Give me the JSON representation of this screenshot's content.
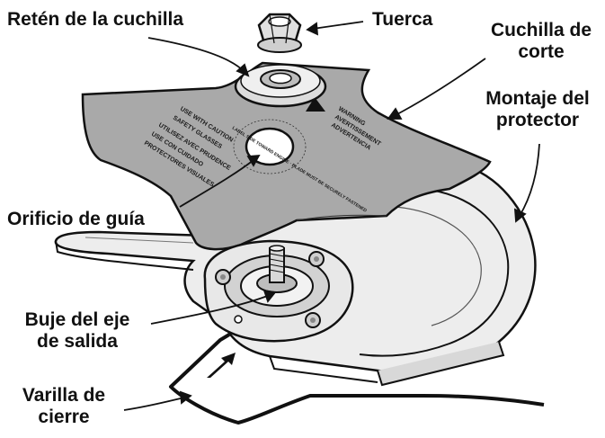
{
  "labels": {
    "blade_retainer": "Retén de la cuchilla",
    "nut": "Tuerca",
    "cutting_blade": [
      "Cuchilla de",
      "corte"
    ],
    "guard_mount": [
      "Montaje del",
      "protector"
    ],
    "guide_hole": "Orificio de guía",
    "output_shaft_bushing": [
      "Buje del eje",
      "de salida"
    ],
    "lock_rod": [
      "Varilla de",
      "cierre"
    ]
  },
  "blade_markings": {
    "warning": [
      "WARNING",
      "AVERTISSEMENT",
      "ADVERTENCIA"
    ],
    "safety_lines": [
      "USE WITH CAUTION",
      "SAFETY GLASSES",
      "UTILISEZ AVEC PRUDENCE",
      "USE CON CUIDADO",
      "PROTECTORES VISUALES"
    ],
    "center_ring": "LABEL SIDE TOWARD ENGINE · BLADE MUST BE SECURELY FASTENED"
  },
  "colors": {
    "blade_fill": "#a9a9a9",
    "metal_light": "#e6e6e6",
    "metal_mid": "#bdbdbd",
    "outline": "#111111"
  }
}
